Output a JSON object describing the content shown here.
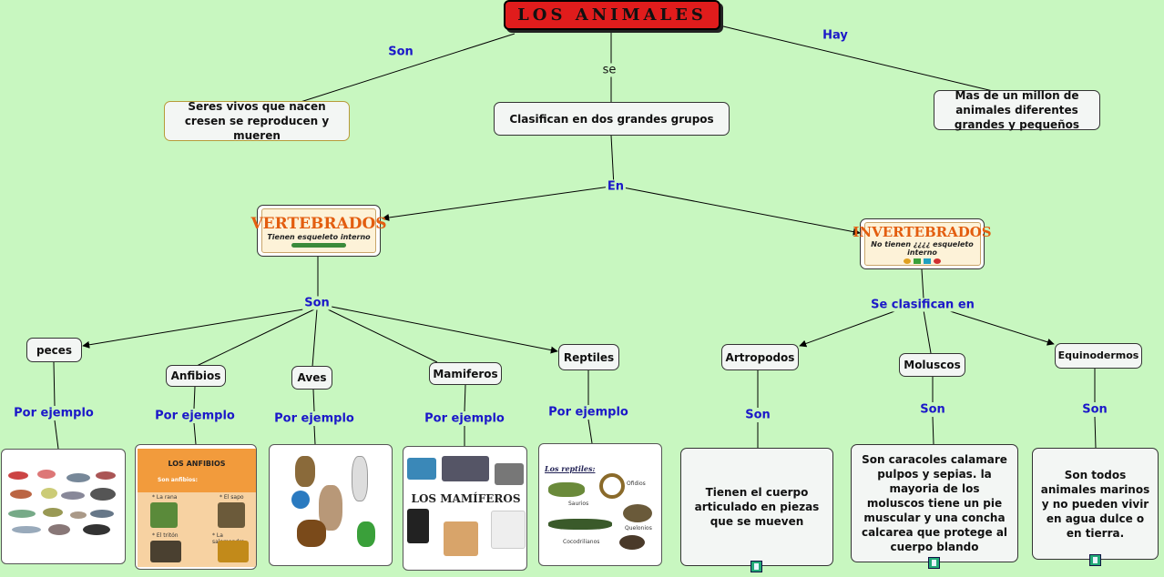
{
  "title": "LOS ANIMALES",
  "links": {
    "son_top": "Son",
    "se": "se",
    "hay": "Hay",
    "en": "En",
    "son_vert": "Son",
    "se_clasifican": "Se clasifican en",
    "por_ejemplo": "Por ejemplo",
    "son_inv": "Son"
  },
  "nodes": {
    "seres": "Seres vivos que nacen cresen se reproducen y mueren",
    "clasifican": "Clasifican en dos grandes grupos",
    "millon": "Mas de un  millon de animales diferentes grandes y pequeños",
    "vertebrados_title": "VERTEBRADOS",
    "vertebrados_sub": "Tienen esqueleto interno",
    "invertebrados_title": "INVERTEBRADOS",
    "invertebrados_sub": "No tienen ¿¿¿¿ esqueleto interno",
    "peces": "peces",
    "anfibios": "Anfibios",
    "aves": "Aves",
    "mamiferos": "Mamiferos",
    "reptiles": "Reptiles",
    "artropodos": "Artropodos",
    "moluscos": "Moluscos",
    "equinodermos": "Equinodermos",
    "artropodos_desc": "Tienen el cuerpo articulado en piezas que se mueven",
    "moluscos_desc": "Son caracoles calamare pulpos y sepias. la mayoria de los moluscos tiene un pie muscular y una concha calcarea que protege al cuerpo blando",
    "equinodermos_desc": "Son todos animales marinos y no pueden vivir en agua dulce o en tierra."
  },
  "images": {
    "anfibios_title": "LOS ANFIBIOS",
    "anfibios_sub": "Son anfibios:",
    "anfibios_items": [
      "* La rana",
      "* El sapo",
      "* El tritón",
      "* La salamandra"
    ],
    "mamiferos_title": "LOS MAMÍFEROS",
    "reptiles_title": "Los reptiles:",
    "reptiles_items": [
      "Saurios",
      "Ofidios",
      "Quelonios",
      "Cocodrilianos"
    ]
  },
  "colors": {
    "background": "#c8f7c0",
    "title_red": "#e01c1c",
    "link_blue": "#1b17c9",
    "node_fill": "#f3f6f4"
  }
}
